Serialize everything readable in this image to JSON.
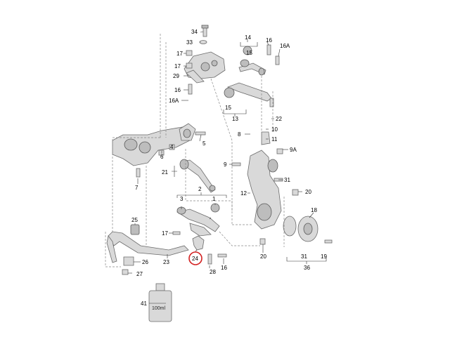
{
  "diagram": {
    "callouts": {
      "c34": "34",
      "c33": "33",
      "c17a": "17",
      "c17b": "17",
      "c29": "29",
      "c16a": "16",
      "c16Aa": "16A",
      "c14": "14",
      "c15a": "15",
      "c16b": "16",
      "c16Ab": "16A",
      "c15b": "15",
      "c13": "13",
      "c22": "22",
      "c8": "8",
      "c10": "10",
      "c11": "11",
      "c5": "5",
      "c6": "6",
      "c4": "4",
      "c9A": "9A",
      "c9": "9",
      "c21": "21",
      "c7": "7",
      "c31a": "31",
      "c20a": "20",
      "c12": "12",
      "c3": "3",
      "c2": "2",
      "c1": "1",
      "c18": "18",
      "c25": "25",
      "c17c": "17",
      "c26": "26",
      "c27": "27",
      "c23": "23",
      "c24": "24",
      "c28": "28",
      "c16c": "16",
      "c20b": "20",
      "c31b": "31",
      "c19": "19",
      "c36": "36",
      "c41": "41"
    },
    "bottle_text": "100ml",
    "highlighted_callout": "24",
    "highlight_color": "#d32121"
  }
}
